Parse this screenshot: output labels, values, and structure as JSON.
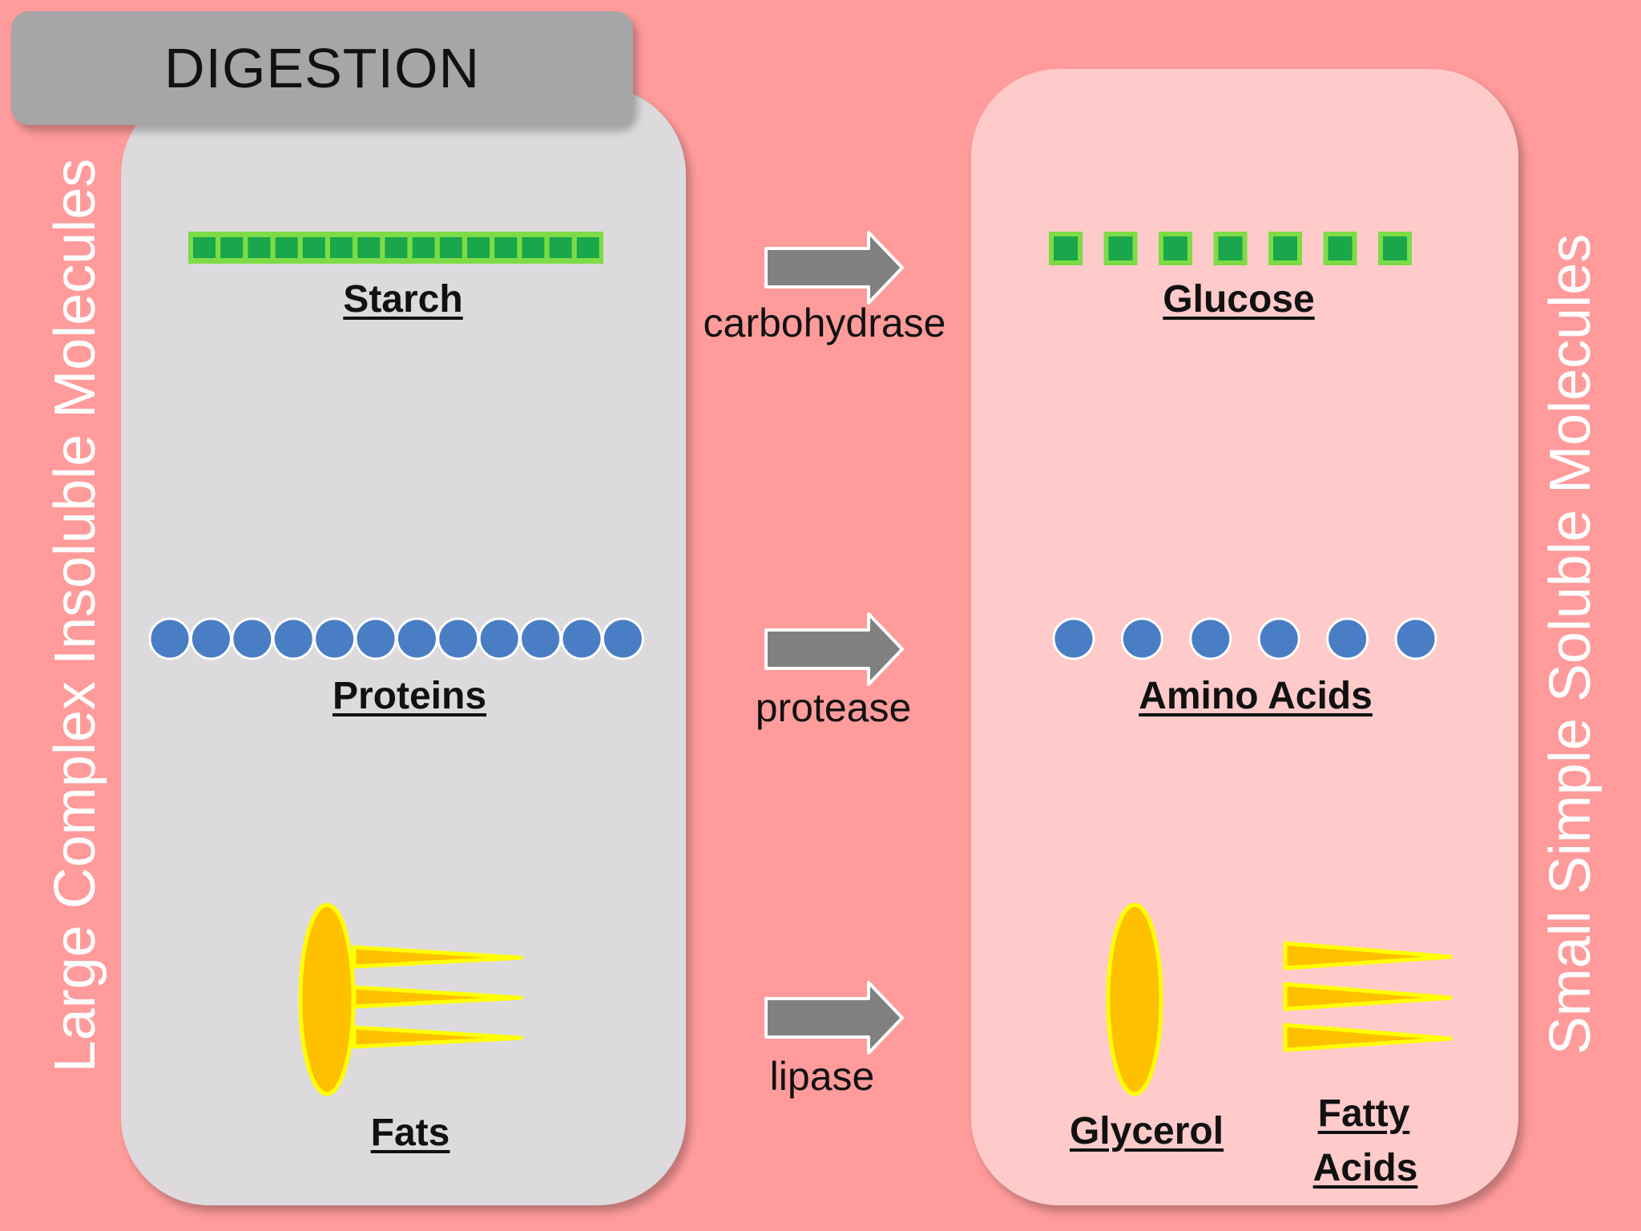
{
  "title": "DIGESTION",
  "left_side_label": "Large Complex Insoluble Molecules",
  "right_side_label": "Small Simple Soluble Molecules",
  "rows": [
    {
      "large": "Starch",
      "enzyme": "carbohydrase",
      "small": "Glucose"
    },
    {
      "large": "Proteins",
      "enzyme": "protease",
      "small": "Amino Acids"
    },
    {
      "large": "Fats",
      "enzyme": "lipase",
      "small_1": "Glycerol",
      "small_2_line1": "Fatty",
      "small_2_line2": "Acids"
    }
  ],
  "colors": {
    "background": "#ff9b9b",
    "left_panel": "#dcdadc",
    "right_panel": "#ffcaca",
    "title_box": "#a6a5a7",
    "glucose_fill": "#1aa64a",
    "glucose_border": "#7ddc45",
    "amino_fill": "#4a7ec4",
    "fat_fill": "#ffc000",
    "fat_border": "#ffff00",
    "arrow_fill": "#808080"
  }
}
